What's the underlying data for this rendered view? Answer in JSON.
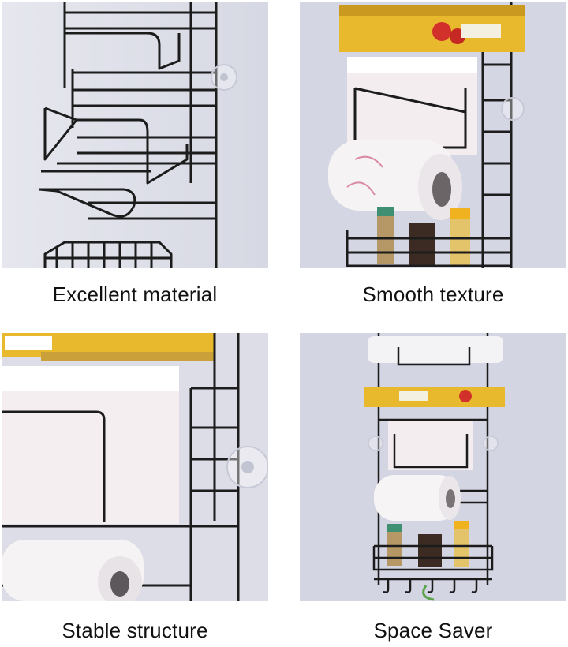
{
  "panels": [
    {
      "caption": "Excellent material"
    },
    {
      "caption": "Smooth texture"
    },
    {
      "caption": "Stable structure"
    },
    {
      "caption": "Space Saver"
    }
  ],
  "colors": {
    "wall": "#d8dbe6",
    "wire": "#1c1c1c",
    "wrap_box": "#e8b92c",
    "paper_box": "#f3edef",
    "towel": "#f6f3f4"
  },
  "icons": [
    "suction-cup-icon",
    "hook-icon"
  ]
}
